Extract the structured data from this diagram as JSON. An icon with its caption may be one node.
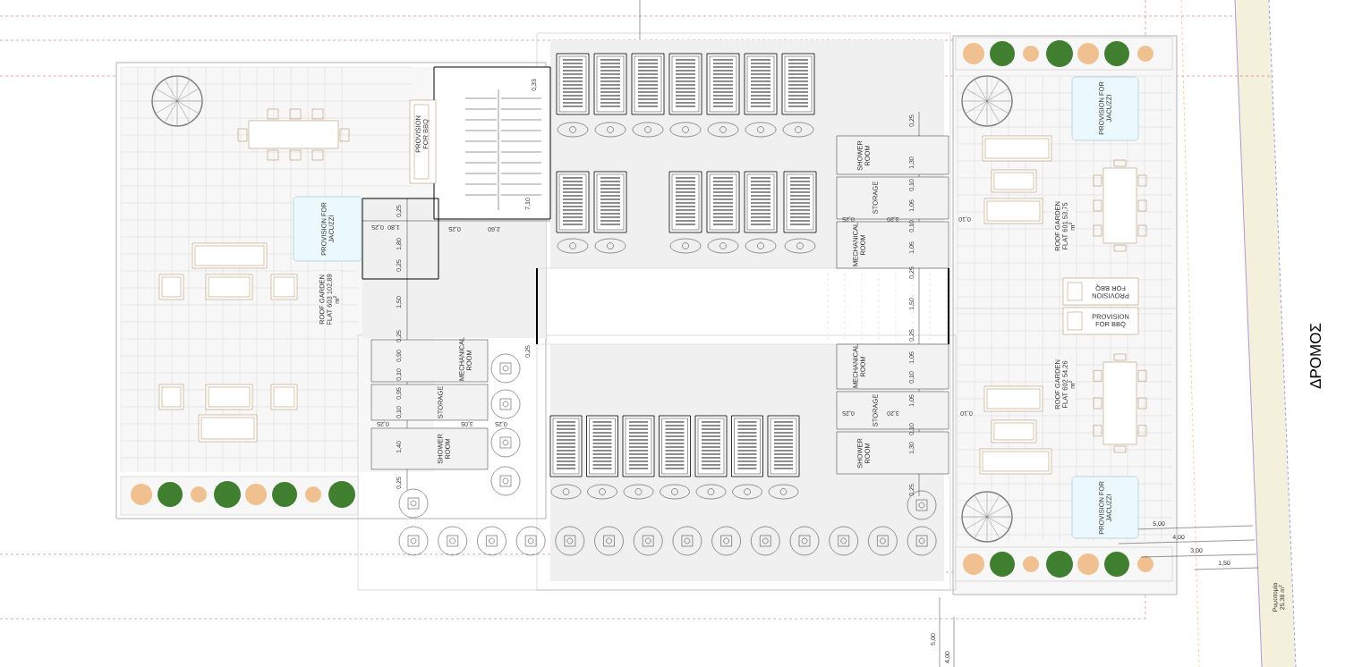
{
  "diagram": {
    "nodes": [
      {
        "text": [
          "ROOF GARDEN FLAT 603 102,89 m$^{2}$"
        ]
      },
      {
        "text": [
          "PROVISION FOR BBQ"
        ]
      },
      {
        "text": [
          "PROVISION FOR JACUZZI"
        ]
      },
      {
        "text": [
          "MECHANICAL ROOM"
        ]
      },
      {
        "text": [
          "STORAGE"
        ]
      },
      {
        "text": [
          "SHOWER ROOM"
        ]
      },
      {
        "text": [
          "SHOWER ROOM"
        ]
      },
      {
        "text": [
          "STORAGE"
        ]
      },
      {
        "text": [
          "MECHANICAL ROOM"
        ]
      },
      {
        "text": [
          "MECHANICAL ROOM"
        ]
      },
      {
        "text": [
          "STORAGE"
        ]
      },
      {
        "text": [
          "SHOWER ROOM"
        ]
      },
      {
        "text": [
          "PROVISION FOR JACUZZI"
        ]
      },
      {
        "text": [
          "ROOF GARDEN FLAT 601 53,75 m$^{2}$"
        ]
      },
      {
        "text": [
          "PROVISION FOR BBQ"
        ]
      },
      {
        "text": [
          "PROVISION FOR BBQ"
        ]
      },
      {
        "text": [
          "ROOF GARDEN FLAT 602 54,26 m$^{2}$"
        ]
      },
      {
        "text": [
          "PROVISION FOR JACUZZI"
        ]
      }
    ],
    "labels": [
      "0,33",
      "0,25",
      "0,25",
      "1,80",
      "1,80",
      "0,25",
      "0,25",
      "2,60",
      "7,10",
      "1,50",
      "0,25",
      "0,90",
      "0,10",
      "0,95",
      "0,10",
      "0,25",
      "3,05",
      "0,25",
      "1,40",
      "0,25",
      "0,25",
      "0,25",
      "1,30",
      "0,10",
      "1,05",
      "0,10",
      "0,25",
      "3,20",
      "0,10",
      "1,05",
      "0,25",
      "1,50",
      "0,25",
      "1,05",
      "0,10",
      "1,05",
      "0,25",
      "3,20",
      "0,10",
      "0,10",
      "1,30",
      "0,25",
      "5,00",
      "4,00",
      "3,00",
      "1,50",
      "5,00",
      "4,00",
      "ΔΡΟΜΟΣ",
      "Ρυμοτομία 25,38 m$^{2}$"
    ]
  }
}
